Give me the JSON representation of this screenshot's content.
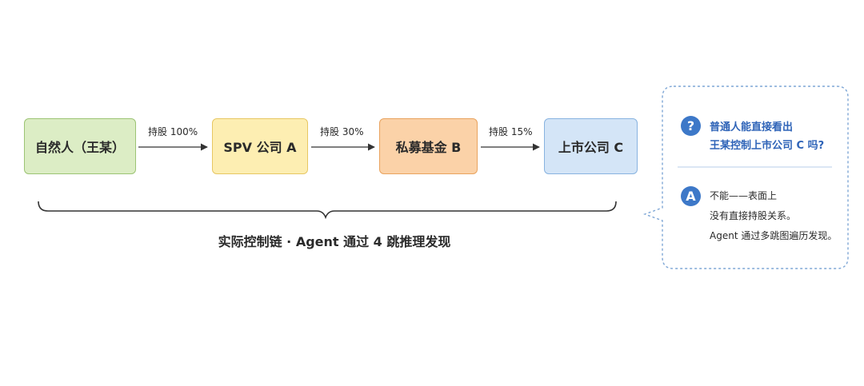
{
  "nodes": [
    {
      "id": "n1",
      "label": "自然人（王某）"
    },
    {
      "id": "n2",
      "label": "SPV 公司 A"
    },
    {
      "id": "n3",
      "label": "私募基金 B"
    },
    {
      "id": "n4",
      "label": "上市公司 C"
    }
  ],
  "edges": [
    {
      "from": "n1",
      "to": "n2",
      "label": "持股 100%"
    },
    {
      "from": "n2",
      "to": "n3",
      "label": "持股 30%"
    },
    {
      "from": "n3",
      "to": "n4",
      "label": "持股 15%"
    }
  ],
  "caption": "实际控制链 · Agent 通过 4 跳推理发现",
  "qa": {
    "question_badge": "?",
    "question_lines": [
      "普通人能直接看出",
      "王某控制上市公司 C 吗?"
    ],
    "answer_badge": "A",
    "answer_lines": [
      "不能——表面上",
      "没有直接持股关系。",
      "Agent 通过多跳图遍历发现。"
    ]
  },
  "colors": {
    "node1": "#dcedc5",
    "node2": "#fdeeb2",
    "node3": "#fbd2a8",
    "node4": "#d4e5f7",
    "accent": "#3d78c8",
    "callout_border": "#7fa7d6"
  }
}
